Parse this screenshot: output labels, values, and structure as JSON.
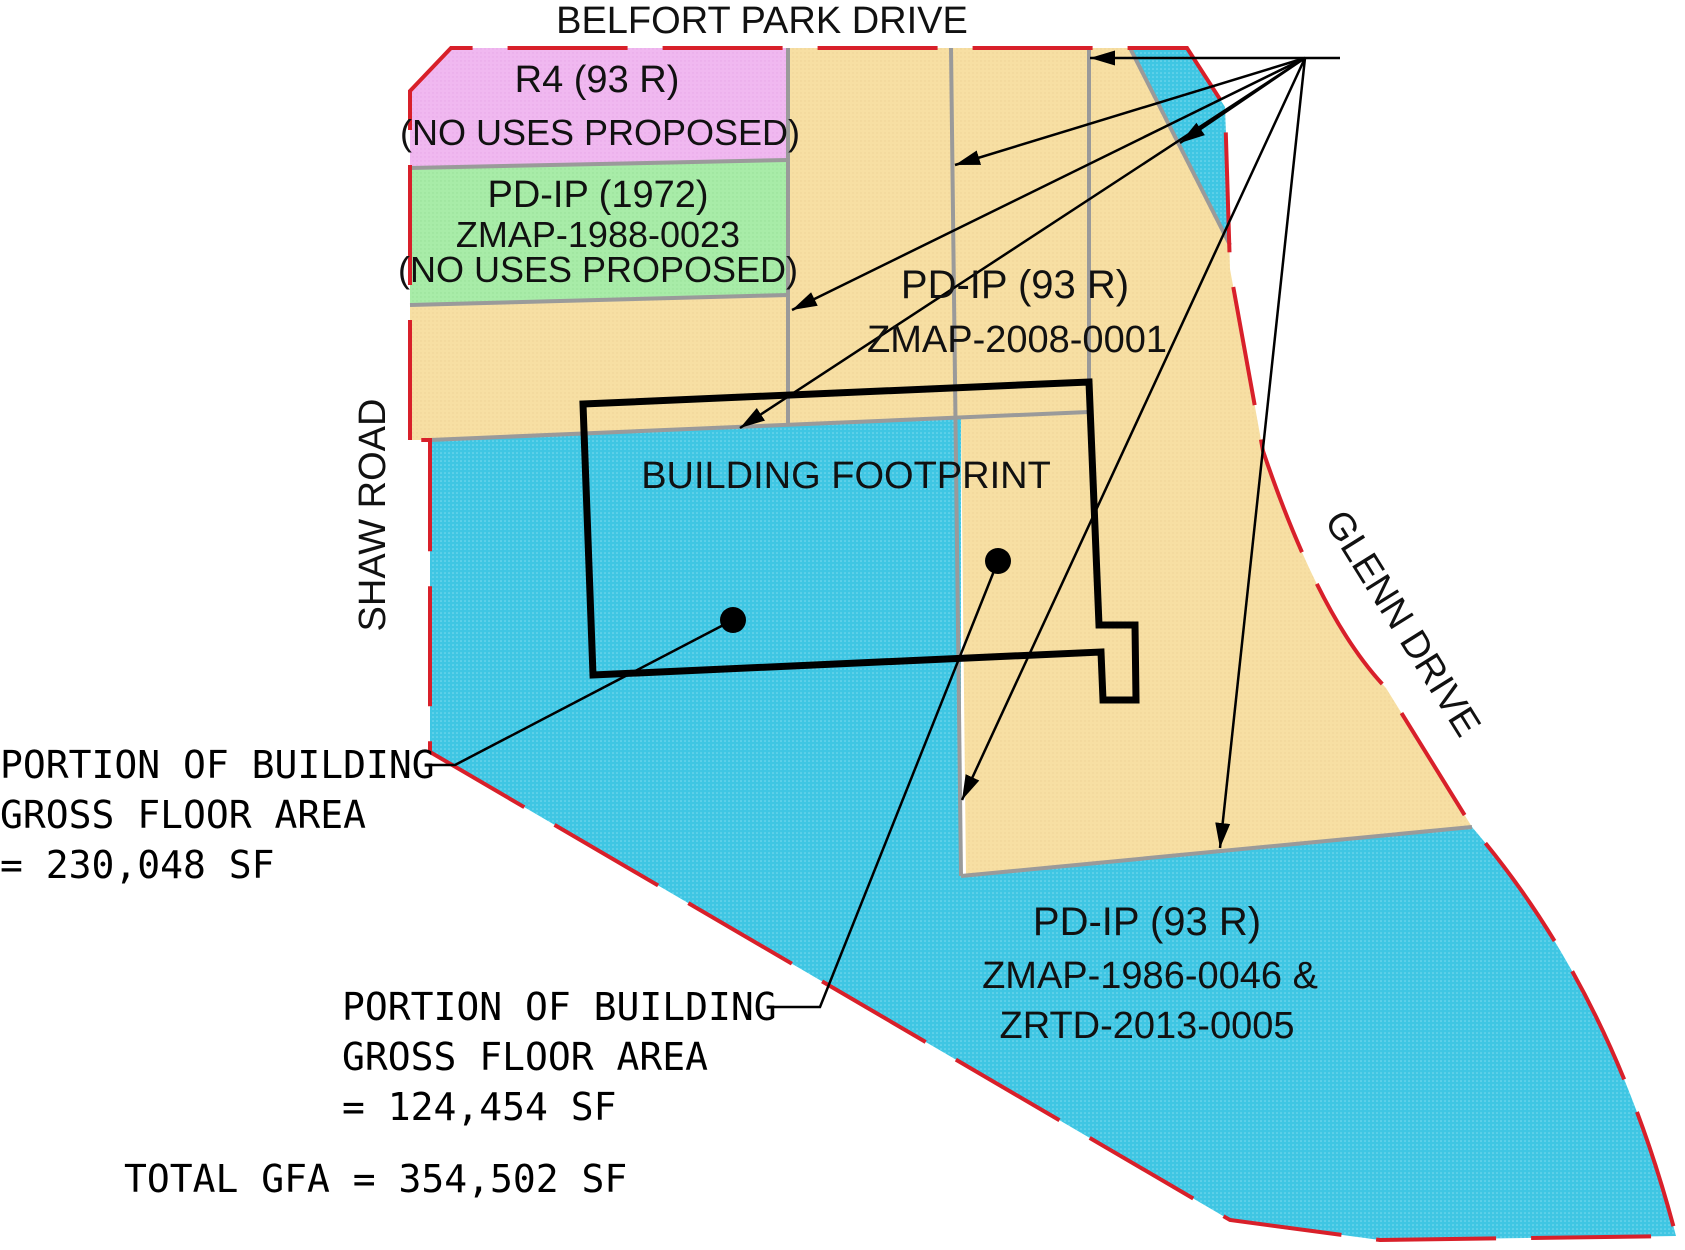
{
  "roads": {
    "north": "BELFORT PARK DRIVE",
    "west": "SHAW ROAD",
    "east": "GLENN DRIVE"
  },
  "zones": [
    {
      "id": "r4",
      "line1": "R4 (93 R)",
      "line2": "(NO USES PROPOSED)",
      "color": "#f0b8f0"
    },
    {
      "id": "pdip-1972",
      "line1": "PD-IP (1972)",
      "line2": "ZMAP-1988-0023",
      "line3": "(NO USES PROPOSED)",
      "color": "#a8eca8"
    },
    {
      "id": "pdip-2008",
      "line1": "PD-IP (93 R)",
      "line2": "ZMAP-2008-0001",
      "color": "#f7dfa3"
    },
    {
      "id": "pdip-1986",
      "line1": "PD-IP (93 R)",
      "line2": "ZMAP-1986-0046 &",
      "line3": "ZRTD-2013-0005",
      "color": "#3fc6e3"
    }
  ],
  "building": {
    "label": "BUILDING FOOTPRINT"
  },
  "callouts": {
    "west_portion": {
      "line1": "PORTION OF BUILDING",
      "line2": "GROSS FLOOR AREA",
      "line3": "= 230,048 SF"
    },
    "east_portion": {
      "line1": "PORTION OF BUILDING",
      "line2": "GROSS FLOOR AREA",
      "line3": "= 124,454 SF"
    },
    "total": "TOTAL GFA = 354,502 SF"
  },
  "colors": {
    "boundary": "#d8202a",
    "zone_divider": "#9a9a9a",
    "building_outline": "#000000",
    "r4": "#f0b8f0",
    "pdip_1972": "#a8eca8",
    "pdip_2008": "#f7dfa3",
    "pdip_1986": "#3fc6e3"
  }
}
